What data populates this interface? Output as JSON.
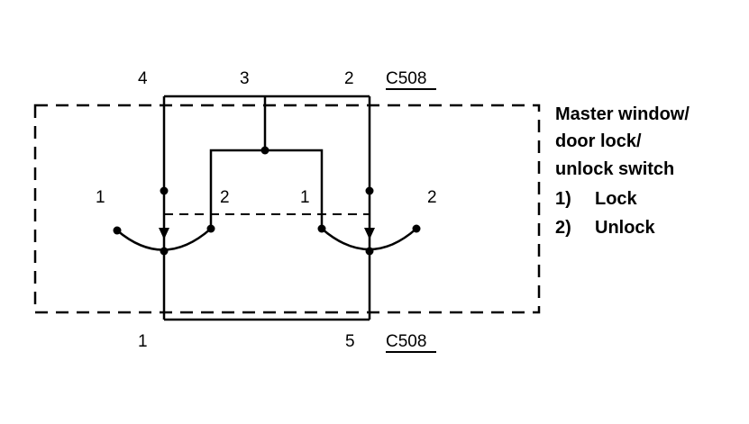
{
  "connectors": {
    "top": {
      "name": "C508",
      "pins": [
        "4",
        "3",
        "2"
      ]
    },
    "bottom": {
      "name": "C508",
      "pins": [
        "1",
        "5"
      ]
    }
  },
  "switch_positions": {
    "left": [
      "1",
      "2"
    ],
    "right": [
      "1",
      "2"
    ]
  },
  "legend": {
    "lines": [
      "Master window/",
      "door lock/",
      "unlock switch"
    ],
    "items": [
      {
        "num": "1)",
        "label": "Lock"
      },
      {
        "num": "2)",
        "label": "Unlock"
      }
    ]
  }
}
